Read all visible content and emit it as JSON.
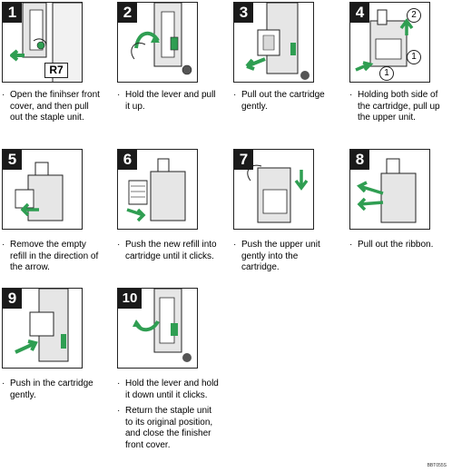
{
  "steps": [
    {
      "number": "1",
      "texts": [
        "Open the finihser front cover, and then pull out the staple unit."
      ],
      "label": "R7"
    },
    {
      "number": "2",
      "texts": [
        "Hold the lever and pull it up."
      ]
    },
    {
      "number": "3",
      "texts": [
        "Pull out the cartridge gently."
      ]
    },
    {
      "number": "4",
      "texts": [
        "Holding both side of the cartridge, pull up the upper unit."
      ],
      "markers": [
        "2",
        "1",
        "1"
      ]
    },
    {
      "number": "5",
      "texts": [
        "Remove the empty refill in the direction of the arrow."
      ]
    },
    {
      "number": "6",
      "texts": [
        "Push the new refill into cartridge until it clicks."
      ]
    },
    {
      "number": "7",
      "texts": [
        "Push the upper unit gently into the cartridge."
      ]
    },
    {
      "number": "8",
      "texts": [
        "Pull out the ribbon."
      ]
    },
    {
      "number": "9",
      "texts": [
        "Push in the cartridge gently."
      ]
    },
    {
      "number": "10",
      "texts": [
        "Hold the lever and hold it down until it clicks.",
        "Return the staple unit to its original position, and close the finisher front cover."
      ]
    }
  ],
  "figure_code": "BBT055S",
  "colors": {
    "accent_green": "#2f9e52",
    "panel_gray": "#d9d9d9",
    "ink": "#1a1a1a"
  }
}
